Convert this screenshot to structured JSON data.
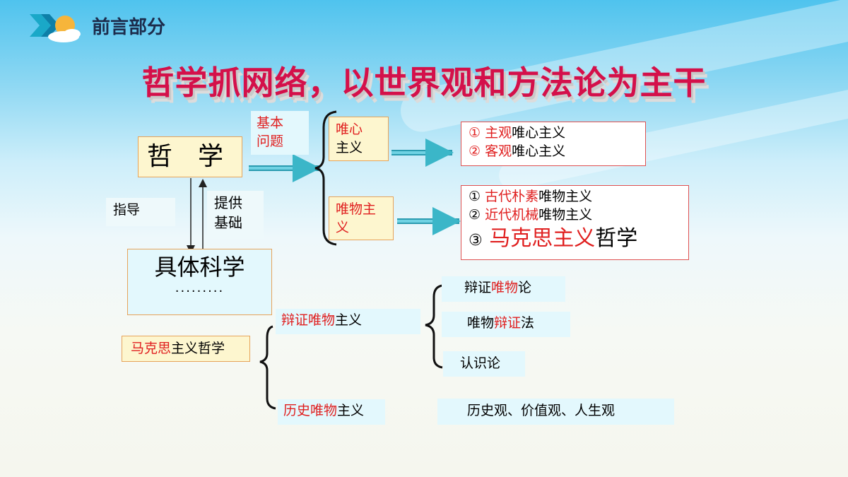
{
  "header": {
    "section": "前言部分"
  },
  "title": "哲学抓网络，以世界观和方法论为主干",
  "nodes": {
    "philosophy": "哲　学",
    "basic_question": [
      "基本",
      "问题"
    ],
    "idealism": [
      "唯心",
      "主义"
    ],
    "materialism": [
      "唯物主",
      "义"
    ],
    "guide": "指导",
    "provide_basis": [
      "提供",
      "基础"
    ],
    "specific_science": "具体科学",
    "ellipsis": "·········",
    "idealism_types": [
      {
        "num": "①",
        "red": "主观",
        "rest": "唯心主义"
      },
      {
        "num": "②",
        "red": "客观",
        "rest": "唯心主义"
      }
    ],
    "materialism_types": [
      {
        "num": "①",
        "red": "古代朴素",
        "rest": "唯物主义"
      },
      {
        "num": "②",
        "red": "近代机械",
        "rest": "唯物主义"
      },
      {
        "num": "③",
        "red": "马克思主义",
        "rest": "哲学"
      }
    ],
    "marxist": {
      "red": "马克思",
      "rest": "主义哲学"
    },
    "dialectical_materialism": {
      "red": "辩证唯物",
      "rest": "主义"
    },
    "historical_materialism": {
      "red": "历史唯物",
      "rest": "主义"
    },
    "dm_branch1": {
      "pre": "辩证",
      "red": "唯物",
      "post": "论"
    },
    "dm_branch2": {
      "pre": "唯物",
      "red": "辩证",
      "post": "法"
    },
    "dm_branch3": "认识论",
    "hm_branch": "历史观、价值观、人生观"
  },
  "colors": {
    "accent_red": "#e02020",
    "title": "#d4104a",
    "arrow": "#3bb6c8"
  }
}
